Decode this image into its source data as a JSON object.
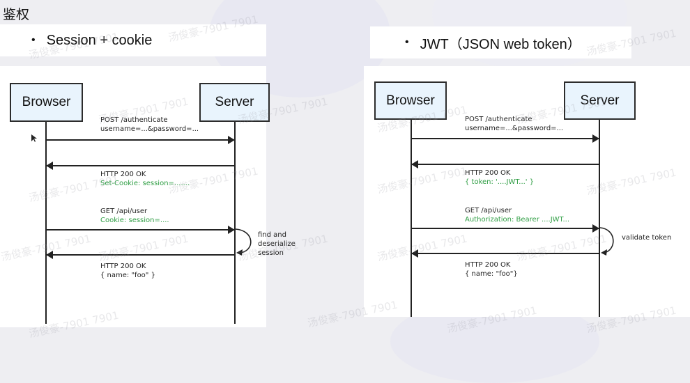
{
  "page": {
    "title": "鉴权"
  },
  "left": {
    "bullet": "Session + cookie",
    "browser": "Browser",
    "server": "Server",
    "msg1_line1": "POST /authenticate",
    "msg1_line2": "username=...&password=...",
    "msg2_line1": "HTTP 200 OK",
    "msg2_line2": "Set-Cookie: session=.......",
    "msg3_line1": "GET /api/user",
    "msg3_line2": "Cookie: session=....",
    "note_line1": "find and",
    "note_line2": "deserialize",
    "note_line3": "session",
    "msg4_line1": "HTTP 200 OK",
    "msg4_line2": "{  name: \"foo\" }"
  },
  "right": {
    "bullet": "JWT（JSON web token）",
    "browser": "Browser",
    "server": "Server",
    "msg1_line1": "POST /authenticate",
    "msg1_line2": "username=...&password=...",
    "msg2_line1": "HTTP 200 OK",
    "msg2_line2": "{ token: '....JWT...' }",
    "msg3_line1": "GET /api/user",
    "msg3_line2": "Authorization: Bearer ....JWT...",
    "note_line1": "validate token",
    "msg4_line1": "HTTP 200 OK",
    "msg4_line2": "{ name: \"foo\"}"
  },
  "watermark": "汤俊豪-7901 7901",
  "colors": {
    "actor_fill": "#e9f4fd",
    "green_text": "#2f9e44",
    "line": "#222222"
  }
}
